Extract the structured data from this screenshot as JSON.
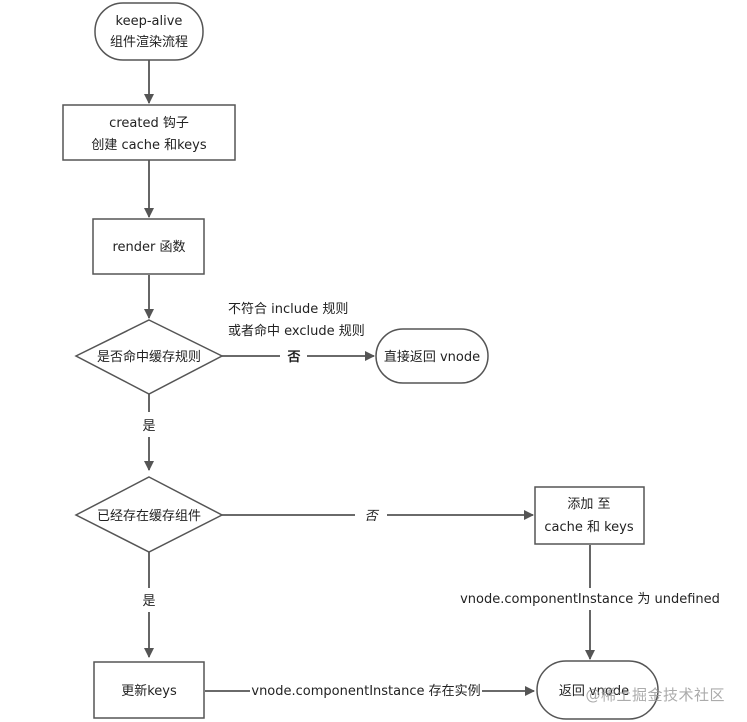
{
  "nodes": {
    "start": [
      "keep-alive",
      "组件渲染流程"
    ],
    "created": [
      "created 钩子",
      "创建 cache 和keys"
    ],
    "render": [
      "render 函数"
    ],
    "cache_rule_decision": [
      "是否命中缓存规则"
    ],
    "return_vnode_direct": [
      "直接返回 vnode"
    ],
    "cached_decision": [
      "已经存在缓存组件"
    ],
    "add_to_cache": [
      "添加 至",
      "cache 和 keys"
    ],
    "update_keys": [
      "更新keys"
    ],
    "return_vnode_end": [
      "返回 vnode"
    ]
  },
  "edges": {
    "rule_no_note_1": "不符合 include 规则",
    "rule_no_note_2": "或者命中 exclude 规则",
    "rule_no_label": "否",
    "rule_yes_label": "是",
    "cached_no_label": "否",
    "cached_yes_label": "是",
    "add_to_end_label": "vnode.componentInstance 为 undefined",
    "update_to_end_label": "vnode.componentInstance 存在实例"
  },
  "watermark": "@稀土掘金技术社区",
  "colors": {
    "stroke": "#555555",
    "text": "#222222",
    "background": "#ffffff"
  }
}
